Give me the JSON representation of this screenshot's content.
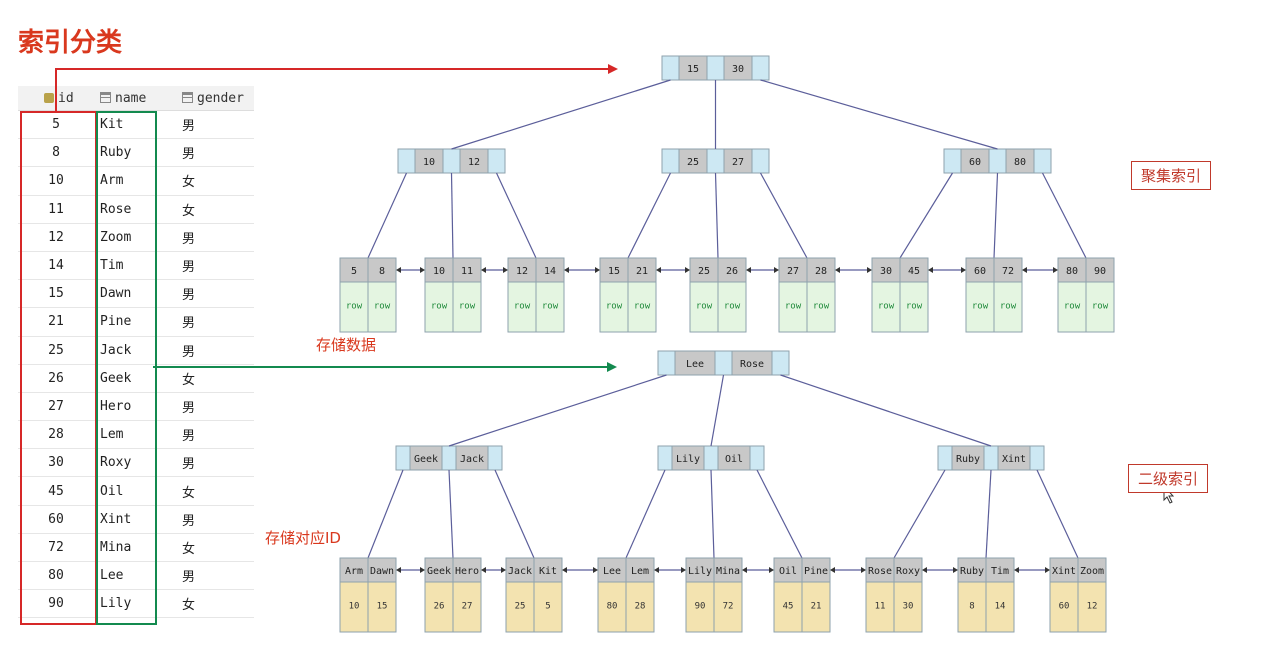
{
  "title": "索引分类",
  "table": {
    "columns": [
      "id",
      "name",
      "gender"
    ],
    "rows": [
      [
        "5",
        "Kit",
        "男"
      ],
      [
        "8",
        "Ruby",
        "男"
      ],
      [
        "10",
        "Arm",
        "女"
      ],
      [
        "11",
        "Rose",
        "女"
      ],
      [
        "12",
        "Zoom",
        "男"
      ],
      [
        "14",
        "Tim",
        "男"
      ],
      [
        "15",
        "Dawn",
        "男"
      ],
      [
        "21",
        "Pine",
        "男"
      ],
      [
        "25",
        "Jack",
        "男"
      ],
      [
        "26",
        "Geek",
        "女"
      ],
      [
        "27",
        "Hero",
        "男"
      ],
      [
        "28",
        "Lem",
        "男"
      ],
      [
        "30",
        "Roxy",
        "男"
      ],
      [
        "45",
        "Oil",
        "女"
      ],
      [
        "60",
        "Xint",
        "男"
      ],
      [
        "72",
        "Mina",
        "女"
      ],
      [
        "80",
        "Lee",
        "男"
      ],
      [
        "90",
        "Lily",
        "女"
      ]
    ]
  },
  "labels": {
    "clustered": "聚集索引",
    "secondary": "二级索引",
    "store_data": "存储数据",
    "store_id": "存储对应ID"
  },
  "clustered_tree": {
    "root": [
      "15",
      "30"
    ],
    "internal": [
      [
        "10",
        "12"
      ],
      [
        "25",
        "27"
      ],
      [
        "60",
        "80"
      ]
    ],
    "leaves": [
      [
        "5",
        "8"
      ],
      [
        "10",
        "11"
      ],
      [
        "12",
        "14"
      ],
      [
        "15",
        "21"
      ],
      [
        "25",
        "26"
      ],
      [
        "27",
        "28"
      ],
      [
        "30",
        "45"
      ],
      [
        "60",
        "72"
      ],
      [
        "80",
        "90"
      ]
    ],
    "row_text": "row"
  },
  "secondary_tree": {
    "root": [
      "Lee",
      "Rose"
    ],
    "internal": [
      [
        "Geek",
        "Jack"
      ],
      [
        "Lily",
        "Oil"
      ],
      [
        "Ruby",
        "Xint"
      ]
    ],
    "leaves": [
      [
        "Arm",
        "Dawn"
      ],
      [
        "Geek",
        "Hero"
      ],
      [
        "Jack",
        "Kit"
      ],
      [
        "Lee",
        "Lem"
      ],
      [
        "Lily",
        "Mina"
      ],
      [
        "Oil",
        "Pine"
      ],
      [
        "Rose",
        "Roxy"
      ],
      [
        "Ruby",
        "Tim"
      ],
      [
        "Xint",
        "Zoom"
      ]
    ],
    "leaf_ids": [
      [
        "10",
        "15"
      ],
      [
        "26",
        "27"
      ],
      [
        "25",
        "5"
      ],
      [
        "80",
        "28"
      ],
      [
        "90",
        "72"
      ],
      [
        "45",
        "21"
      ],
      [
        "11",
        "30"
      ],
      [
        "8",
        "14"
      ],
      [
        "60",
        "12"
      ]
    ]
  },
  "colors": {
    "title": "#d9381e",
    "key_cell": "#c8c8c8",
    "pointer_cell": "#cde8f3",
    "row_cell": "#e4f5e1",
    "row_text": "#1f8a3a",
    "id_cell": "#f3e3b0",
    "edge": "#5b5e9a",
    "red": "#d62828",
    "green": "#138a4f"
  }
}
